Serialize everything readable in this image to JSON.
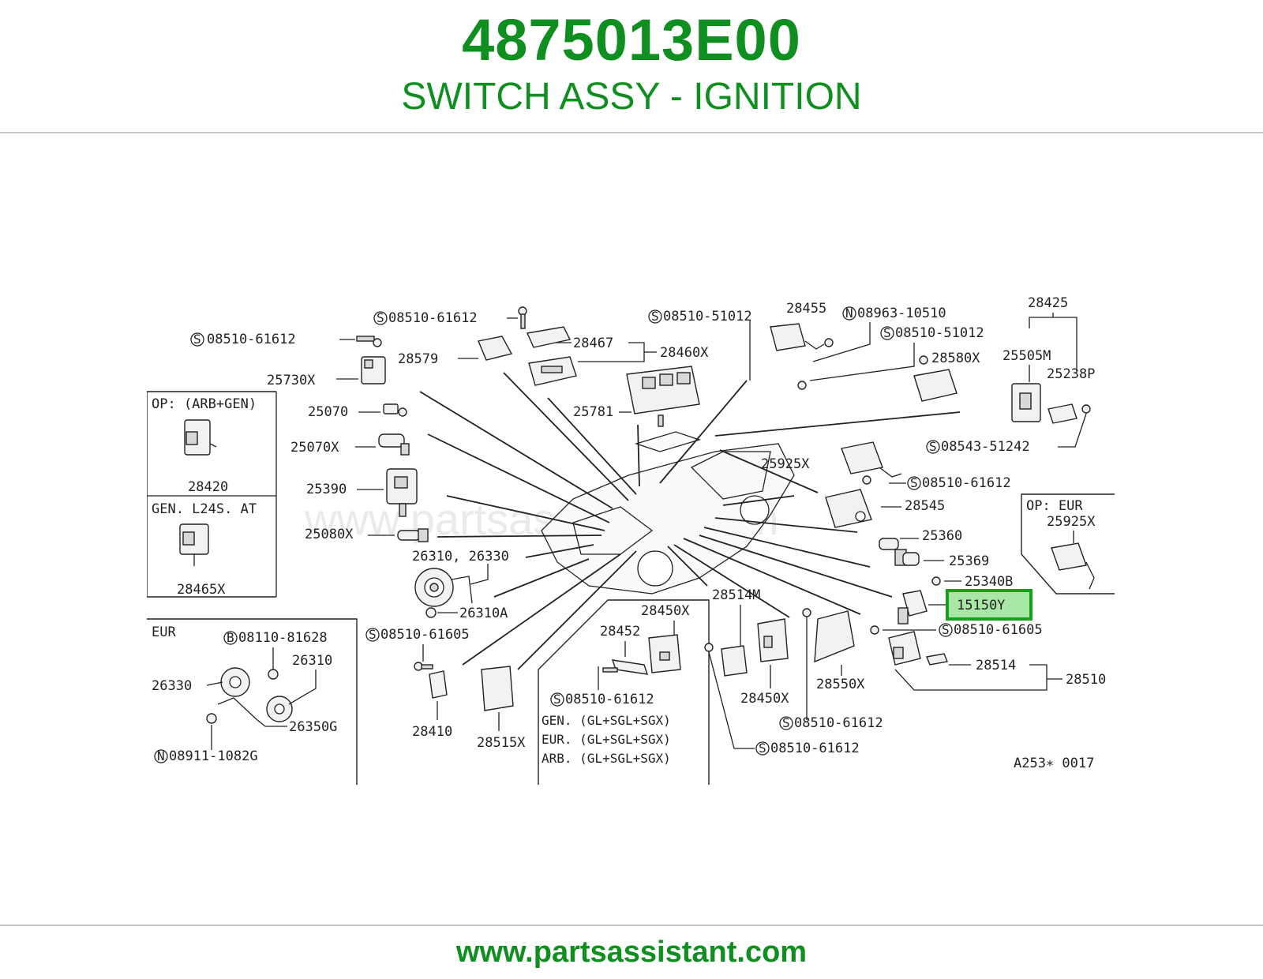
{
  "header": {
    "part_number": "4875013E00",
    "part_name": "SWITCH ASSY - IGNITION"
  },
  "footer": {
    "url": "www.partsassistant.com"
  },
  "diagram": {
    "watermark": "www.partsassistant.com",
    "highlighted_part": "15150Y",
    "highlight_color": "#a9e7a6",
    "brand_color": "#0f8f1f",
    "drawing_code": "A253∗ 0017",
    "labels": {
      "l_s_0851061612_a": "08510-61612",
      "l_s_0851061612_b": "08510-61612",
      "l_s_0851051012_a": "08510-51012",
      "l_28455": "28455",
      "l_n_0896310510": "08963-10510",
      "l_28425": "28425",
      "l_s_0851051012_b": "08510-51012",
      "l_28467": "28467",
      "l_28460x": "28460X",
      "l_28579": "28579",
      "l_25730x": "25730X",
      "l_28580x": "28580X",
      "l_25505m": "25505M",
      "l_25238p": "25238P",
      "l_25070": "25070",
      "l_25781": "25781",
      "l_25070x": "25070X",
      "l_s_0854351242": "08543-51242",
      "l_25925x_a": "25925X",
      "l_28420": "28420",
      "l_25390": "25390",
      "l_s_0851061612_c": "08510-61612",
      "l_28545": "28545",
      "l_25925x_b": "25925X",
      "l_25080x": "25080X",
      "l_25360": "25360",
      "l_26310_26330": "26310, 26330",
      "l_25369": "25369",
      "l_28465x": "28465X",
      "l_25340b": "25340B",
      "l_26310a": "26310A",
      "l_28514m": "28514M",
      "l_28450x_a": "28450X",
      "l_s_0851061605_a": "08510-61605",
      "l_b_0811081628": "08110-81628",
      "l_28452": "28452",
      "l_26310": "26310",
      "l_s_0851061605_b": "08510-61605",
      "l_26330": "26330",
      "l_28514": "28514",
      "l_28510": "28510",
      "l_28550x": "28550X",
      "l_s_0851061612_d": "08510-61612",
      "l_28450x_b": "28450X",
      "l_26350g": "26350G",
      "l_28410": "28410",
      "l_28515x": "28515X",
      "l_s_0851061612_e": "08510-61612",
      "l_s_0851061612_f": "08510-61612",
      "l_n_089111082g": "08911-1082G",
      "l_15150y": "15150Y"
    },
    "inset_boxes": {
      "op_arb_gen": "OP: (ARB+GEN)",
      "gen_l24s_at": "GEN. L24S. AT",
      "eur": "EUR",
      "op_eur": "OP: EUR"
    },
    "variant_notes": [
      "GEN. (GL+SGL+SGX)",
      "EUR. (GL+SGL+SGX)",
      "ARB. (GL+SGL+SGX)"
    ],
    "prefixes": {
      "s": "S",
      "n": "N",
      "b": "B"
    }
  }
}
